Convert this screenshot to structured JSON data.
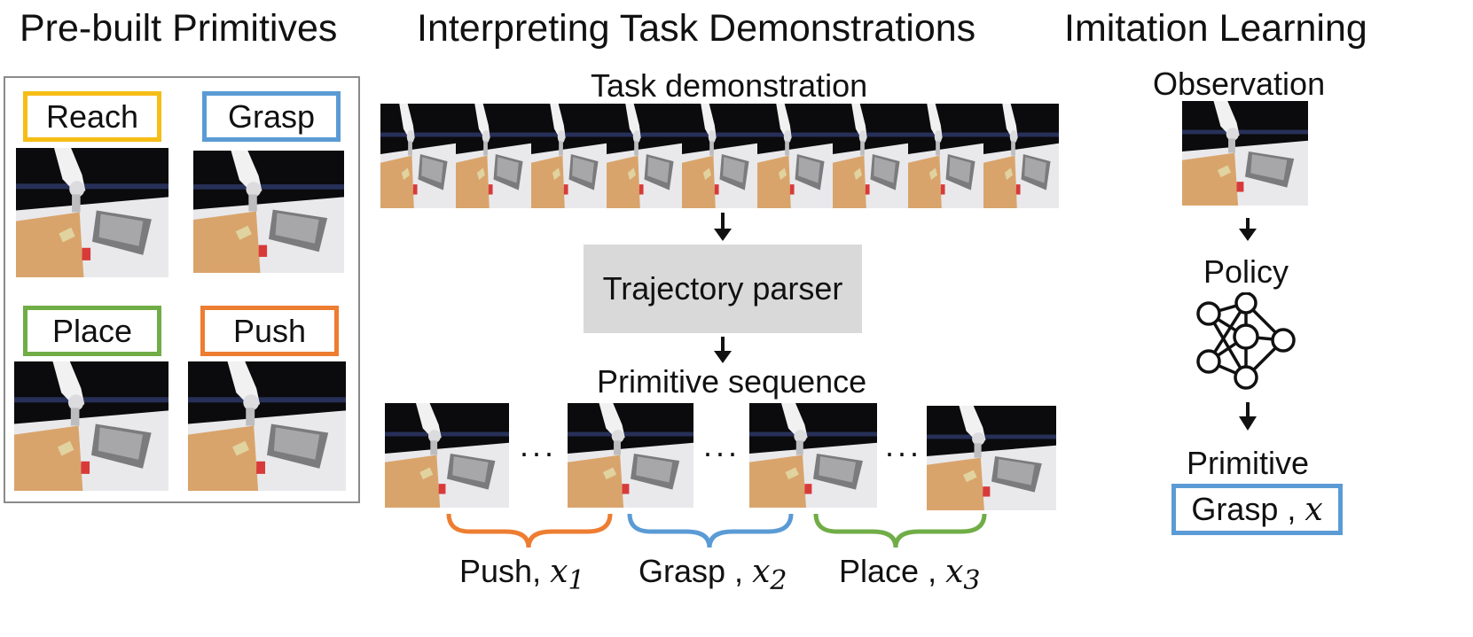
{
  "headings": {
    "left": "Pre-built Primitives",
    "center": "Interpreting Task Demonstrations",
    "right": "Imitation Learning"
  },
  "primitives": [
    {
      "label": "Reach",
      "color": "#f5bd16"
    },
    {
      "label": "Grasp",
      "color": "#5b9bd5"
    },
    {
      "label": "Place",
      "color": "#70ad47"
    },
    {
      "label": "Push",
      "color": "#ed7d31"
    }
  ],
  "center": {
    "demo_label": "Task demonstration",
    "parser_label": "Trajectory parser",
    "sequence_label": "Primitive sequence",
    "ellipsis": "···",
    "segments": [
      {
        "name": "Push",
        "sep": ", ",
        "var": "x",
        "sub": "1",
        "color": "#ed7d31"
      },
      {
        "name": "Grasp",
        "sep": " , ",
        "var": "x",
        "sub": "2",
        "color": "#5b9bd5"
      },
      {
        "name": "Place",
        "sep": " , ",
        "var": "x",
        "sub": "3",
        "color": "#70ad47"
      }
    ]
  },
  "right": {
    "observation_label": "Observation",
    "policy_label": "Policy",
    "primitive_label": "Primitive",
    "output": {
      "name": "Grasp",
      "sep": " , ",
      "var": "x",
      "color": "#5b9bd5"
    }
  }
}
